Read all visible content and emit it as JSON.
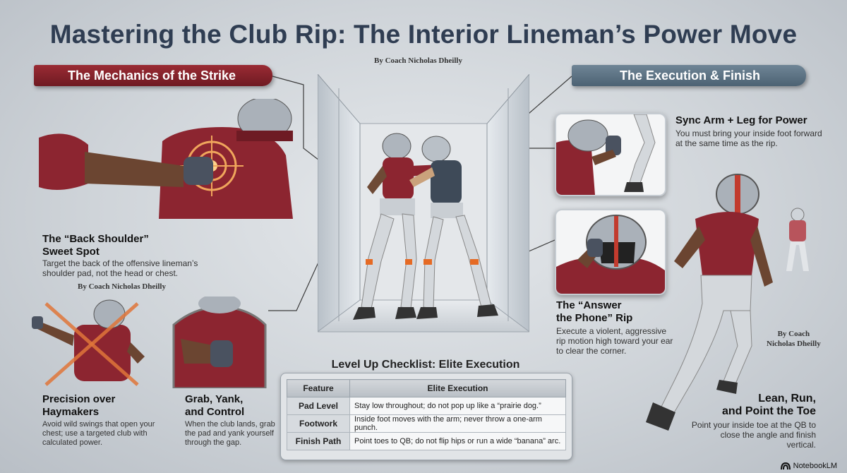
{
  "title": "Mastering the Club Rip: The Interior Lineman’s Power Move",
  "byline_top": "By Coach Nicholas Dheilly",
  "byline_left": "By Coach Nicholas Dheilly",
  "byline_right": "By Coach\nNicholas Dheilly",
  "left_banner": "The Mechanics of the Strike",
  "right_banner": "The Execution & Finish",
  "sections": {
    "back_shoulder": {
      "heading": "The “Back Shoulder”\nSweet Spot",
      "text": "Target the back of the offensive lineman’s shoulder pad, not the head or chest."
    },
    "precision": {
      "heading": "Precision over\nHaymakers",
      "text": "Avoid wild swings that open your chest; use a targeted club with calculated power."
    },
    "grab_yank": {
      "heading": "Grab, Yank,\nand Control",
      "text": "When the club lands, grab the pad and yank yourself through the gap."
    },
    "sync": {
      "heading": "Sync Arm + Leg for Power",
      "text": "You must bring your inside foot forward at the same time as the rip."
    },
    "answer_phone": {
      "heading": "The “Answer\nthe Phone” Rip",
      "text": "Execute a violent, aggressive rip motion high toward your ear to clear the corner."
    },
    "lean_run": {
      "heading": "Lean, Run,\nand Point the Toe",
      "text": "Point your inside toe at the QB to close the angle and finish vertical."
    }
  },
  "checklist": {
    "title": "Level Up Checklist: Elite Execution",
    "headers": [
      "Feature",
      "Elite Execution"
    ],
    "rows": [
      {
        "feature": "Pad Level",
        "execution": "Stay low throughout; do not pop up like a “prairie dog.”"
      },
      {
        "feature": "Footwork",
        "execution": "Inside foot moves with the arm; never throw a one-arm punch."
      },
      {
        "feature": "Finish Path",
        "execution": "Point toes to QB; do not flip hips or run a wide “banana” arc."
      }
    ]
  },
  "logo_text": "NotebookLM",
  "colors": {
    "title": "#2f3d52",
    "left_banner": "#8a2530",
    "right_banner": "#5e7485",
    "jersey": "#8c2530",
    "helmet": "#a9b0b8"
  }
}
